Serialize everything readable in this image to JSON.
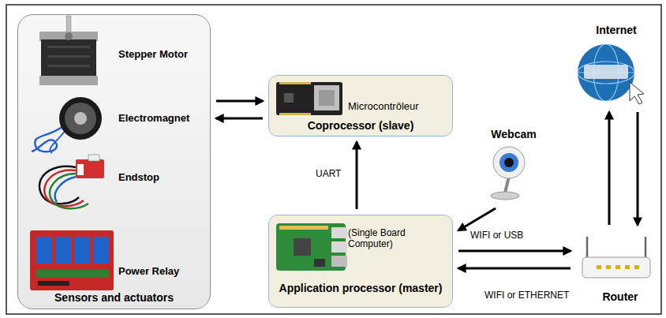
{
  "diagram": {
    "nodes": [
      {
        "text": [
          "Sensors and actuators"
        ]
      },
      {
        "text": [
          "Microcontrôleur",
          "Coprocessor (slave)"
        ]
      },
      {
        "text": [
          "Internet"
        ]
      },
      {
        "text": [
          "Webcam"
        ]
      },
      {
        "text": [
          "(Single Board Computer)",
          "Application processor (master)"
        ]
      },
      {
        "text": [
          "Router"
        ]
      }
    ],
    "edges": [
      {
        "from": 0,
        "to": 1,
        "arrow": "to"
      },
      {
        "from": 1,
        "to": 0,
        "arrow": "to"
      },
      {
        "from": 4,
        "to": 1,
        "arrow": "to",
        "label": "UART"
      },
      {
        "from": 3,
        "to": 4,
        "arrow": "to",
        "label": "WIFI or USB"
      },
      {
        "from": 4,
        "to": 5,
        "arrow": "to"
      },
      {
        "from": 5,
        "to": 4,
        "arrow": "to",
        "label": "WIFI or ETHERNET"
      },
      {
        "from": 5,
        "to": 2,
        "arrow": "to"
      },
      {
        "from": 2,
        "to": 5,
        "arrow": "to"
      }
    ],
    "labels": [
      "Stepper Motor",
      "Electromagnet",
      "Endstop",
      "Power Relay"
    ]
  }
}
